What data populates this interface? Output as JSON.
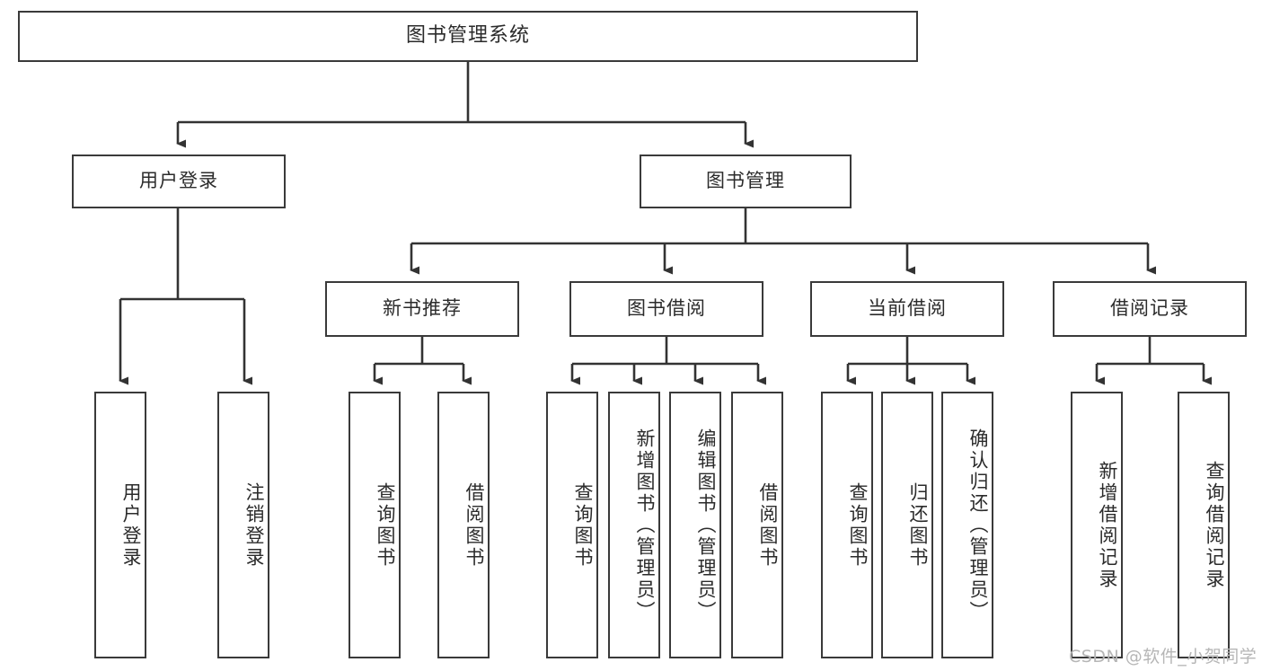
{
  "diagram": {
    "title": "图书管理系统",
    "watermark": "CSDN @软件_小贺同学",
    "colors": {
      "stroke": "#3a3a3a",
      "text": "#2b2b2b",
      "background": "#ffffff",
      "watermark": "#b6b6b6"
    },
    "levels": {
      "root": {
        "label": "图书管理系统"
      },
      "level2": [
        {
          "label": "用户登录"
        },
        {
          "label": "图书管理"
        }
      ],
      "level3": [
        {
          "label": "新书推荐"
        },
        {
          "label": "图书借阅"
        },
        {
          "label": "当前借阅"
        },
        {
          "label": "借阅记录"
        }
      ],
      "leaves": {
        "user_login": [
          {
            "label": "用户登录"
          },
          {
            "label": "注销登录"
          }
        ],
        "new_book_recommend": [
          {
            "label": "查询图书"
          },
          {
            "label": "借阅图书"
          }
        ],
        "book_borrow": [
          {
            "label": "查询图书"
          },
          {
            "label": "新增图书（管理员）"
          },
          {
            "label": "编辑图书（管理员）"
          },
          {
            "label": "借阅图书"
          }
        ],
        "current_borrow": [
          {
            "label": "查询图书"
          },
          {
            "label": "归还图书"
          },
          {
            "label": "确认归还（管理员）"
          }
        ],
        "borrow_records": [
          {
            "label": "新增借阅记录"
          },
          {
            "label": "查询借阅记录"
          }
        ]
      }
    }
  }
}
